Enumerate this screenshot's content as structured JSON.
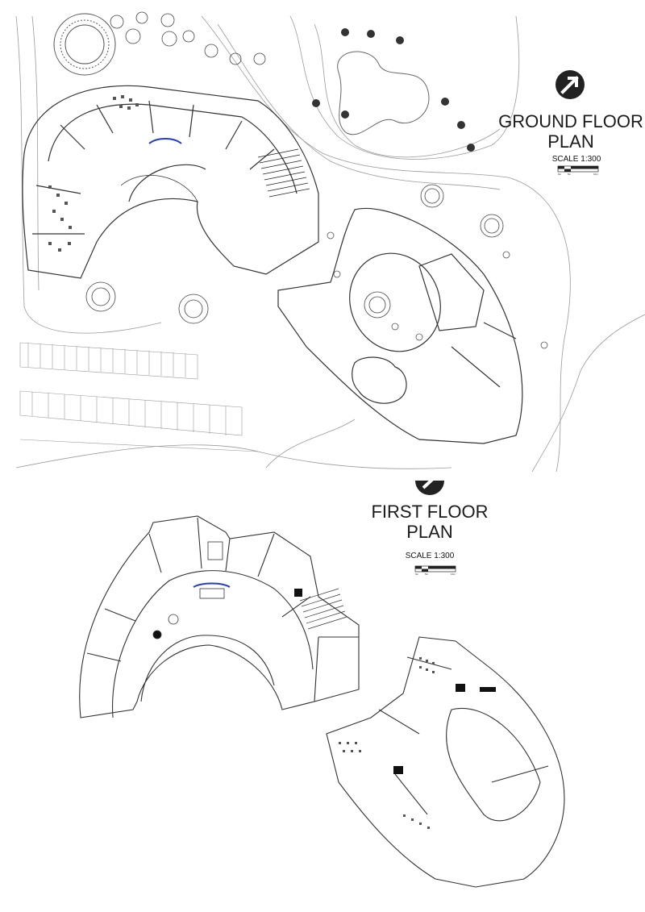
{
  "ground": {
    "title_line1": "GROUND FLOOR",
    "title_line2": "PLAN",
    "scale": "SCALE 1:300",
    "bar_ticks": [
      "0m",
      "5m",
      "10m"
    ]
  },
  "first": {
    "title_line1": "FIRST FLOOR",
    "title_line2": "PLAN",
    "scale": "SCALE 1:300",
    "bar_ticks": [
      "0m",
      "5m",
      "10m"
    ]
  },
  "colors": {
    "line": "#333333",
    "light_line": "#9a9a9a",
    "accent": "#2a3fb0",
    "dark": "#222222"
  }
}
